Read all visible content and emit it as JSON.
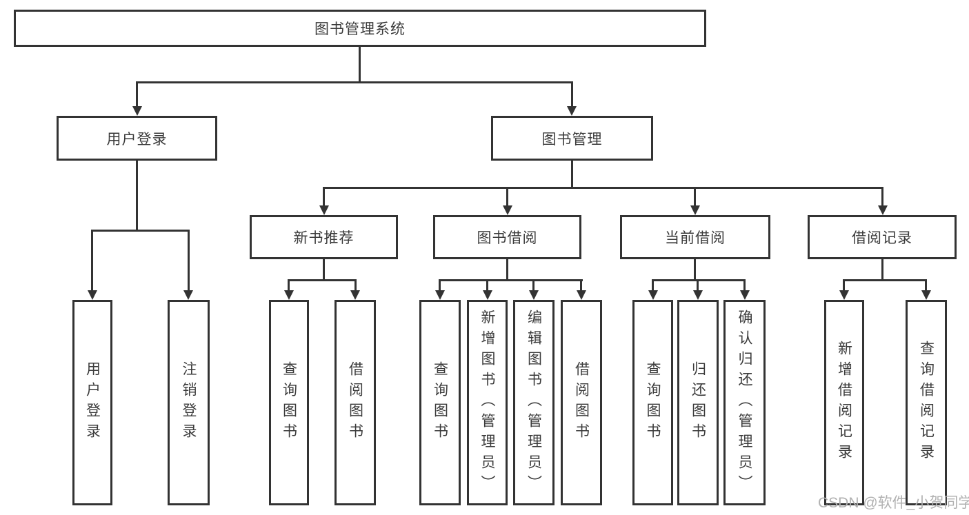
{
  "diagram": {
    "title": "图书管理系统",
    "level2": [
      {
        "label": "用户登录",
        "children": [
          {
            "label": "用户登录"
          },
          {
            "label": "注销登录"
          }
        ]
      },
      {
        "label": "图书管理",
        "children": [
          {
            "label": "新书推荐",
            "children": [
              {
                "label": "查询图书"
              },
              {
                "label": "借阅图书"
              }
            ]
          },
          {
            "label": "图书借阅",
            "children": [
              {
                "label": "查询图书"
              },
              {
                "label": "新增图书（管理员）"
              },
              {
                "label": "编辑图书（管理员）"
              },
              {
                "label": "借阅图书"
              }
            ]
          },
          {
            "label": "当前借阅",
            "children": [
              {
                "label": "查询图书"
              },
              {
                "label": "归还图书"
              },
              {
                "label": "确认归还（管理员）"
              }
            ]
          },
          {
            "label": "借阅记录",
            "children": [
              {
                "label": "新增借阅记录"
              },
              {
                "label": "查询借阅记录"
              }
            ]
          }
        ]
      }
    ],
    "watermark": "CSDN @软件_小贺同学",
    "colors": {
      "ink": "#333333",
      "text": "#3b3b3b",
      "watermark": "#b1b1b1",
      "background": "#ffffff"
    }
  }
}
